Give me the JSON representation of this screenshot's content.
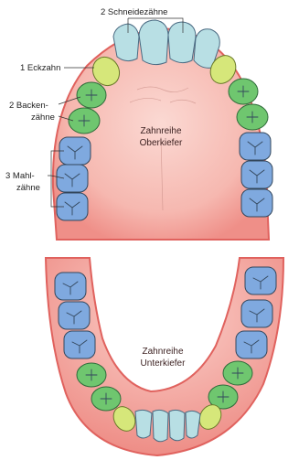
{
  "labels": {
    "incisors": "2 Schneidezähne",
    "canine": "1 Eckzahn",
    "premolars_line1": "2 Backen-",
    "premolars_line2": "zähne",
    "molars_line1": "3 Mahl-",
    "molars_line2": "zähne"
  },
  "upper_jaw": {
    "line1": "Zahnreihe",
    "line2": "Oberkiefer"
  },
  "lower_jaw": {
    "line1": "Zahnreihe",
    "line2": "Unterkiefer"
  },
  "colors": {
    "gum": "#f4a3a0",
    "gum_edge": "#e0625e",
    "palate": "#f8c8c2",
    "incisor": "#b8dfe4",
    "canine": "#d6e77a",
    "premolar": "#6fc66f",
    "molar": "#7fa9df",
    "tooth_outline": "#4a6a82"
  }
}
